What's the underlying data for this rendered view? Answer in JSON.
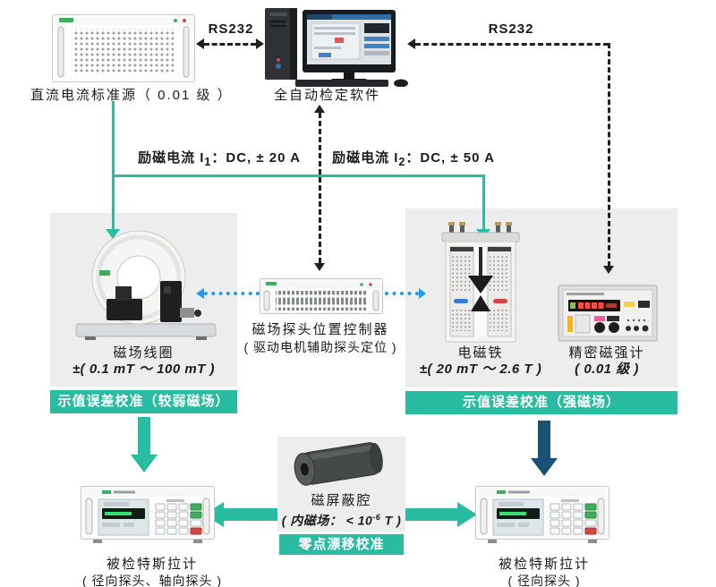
{
  "colors": {
    "teal": "#2ABCA0",
    "navy": "#1A5276",
    "blue": "#1F9CEF",
    "boxbg": "#EDEDEE",
    "dash": "#1F1F1F",
    "text": "#1B1B1B",
    "bannertext": "#FFFFFF"
  },
  "top": {
    "dc_source_label": "直流电流标准源（ 0.01 级 ）",
    "software_label": "全自动检定软件",
    "rs232_left": "RS232",
    "rs232_right": "RS232"
  },
  "excitation": {
    "i1_prefix": "励磁电流 I",
    "i1_sub": "1",
    "i1_rest": "：DC, ± 20 A",
    "i2_prefix": "励磁电流 I",
    "i2_sub": "2",
    "i2_rest": "：DC, ± 50 A"
  },
  "weak_field_station": {
    "device_label": "磁场线圈",
    "range": "±( 0.1 mT ～ 100 mT )",
    "banner": "示值误差校准（较弱磁场）"
  },
  "probe_controller": {
    "label": "磁场探头位置控制器",
    "sublabel": "( 驱动电机辅助探头定位 )"
  },
  "strong_field_station": {
    "magnet_label": "电磁铁",
    "magnet_range": "±( 20 mT ～ 2.6 T )",
    "meter_label": "精密磁强计",
    "meter_class": "( 0.01 级 )",
    "banner": "示值误差校准（强磁场）"
  },
  "zero_drift_station": {
    "device_label": "磁屏蔽腔",
    "field_prefix": "( 内磁场： < 10",
    "field_sup": "-6",
    "field_suffix": " T )",
    "banner": "零点漂移校准"
  },
  "dut_left": {
    "label": "被检特斯拉计",
    "sublabel": "( 径向探头、轴向探头 )"
  },
  "dut_right": {
    "label": "被检特斯拉计",
    "sublabel": "( 径向探头 )"
  }
}
